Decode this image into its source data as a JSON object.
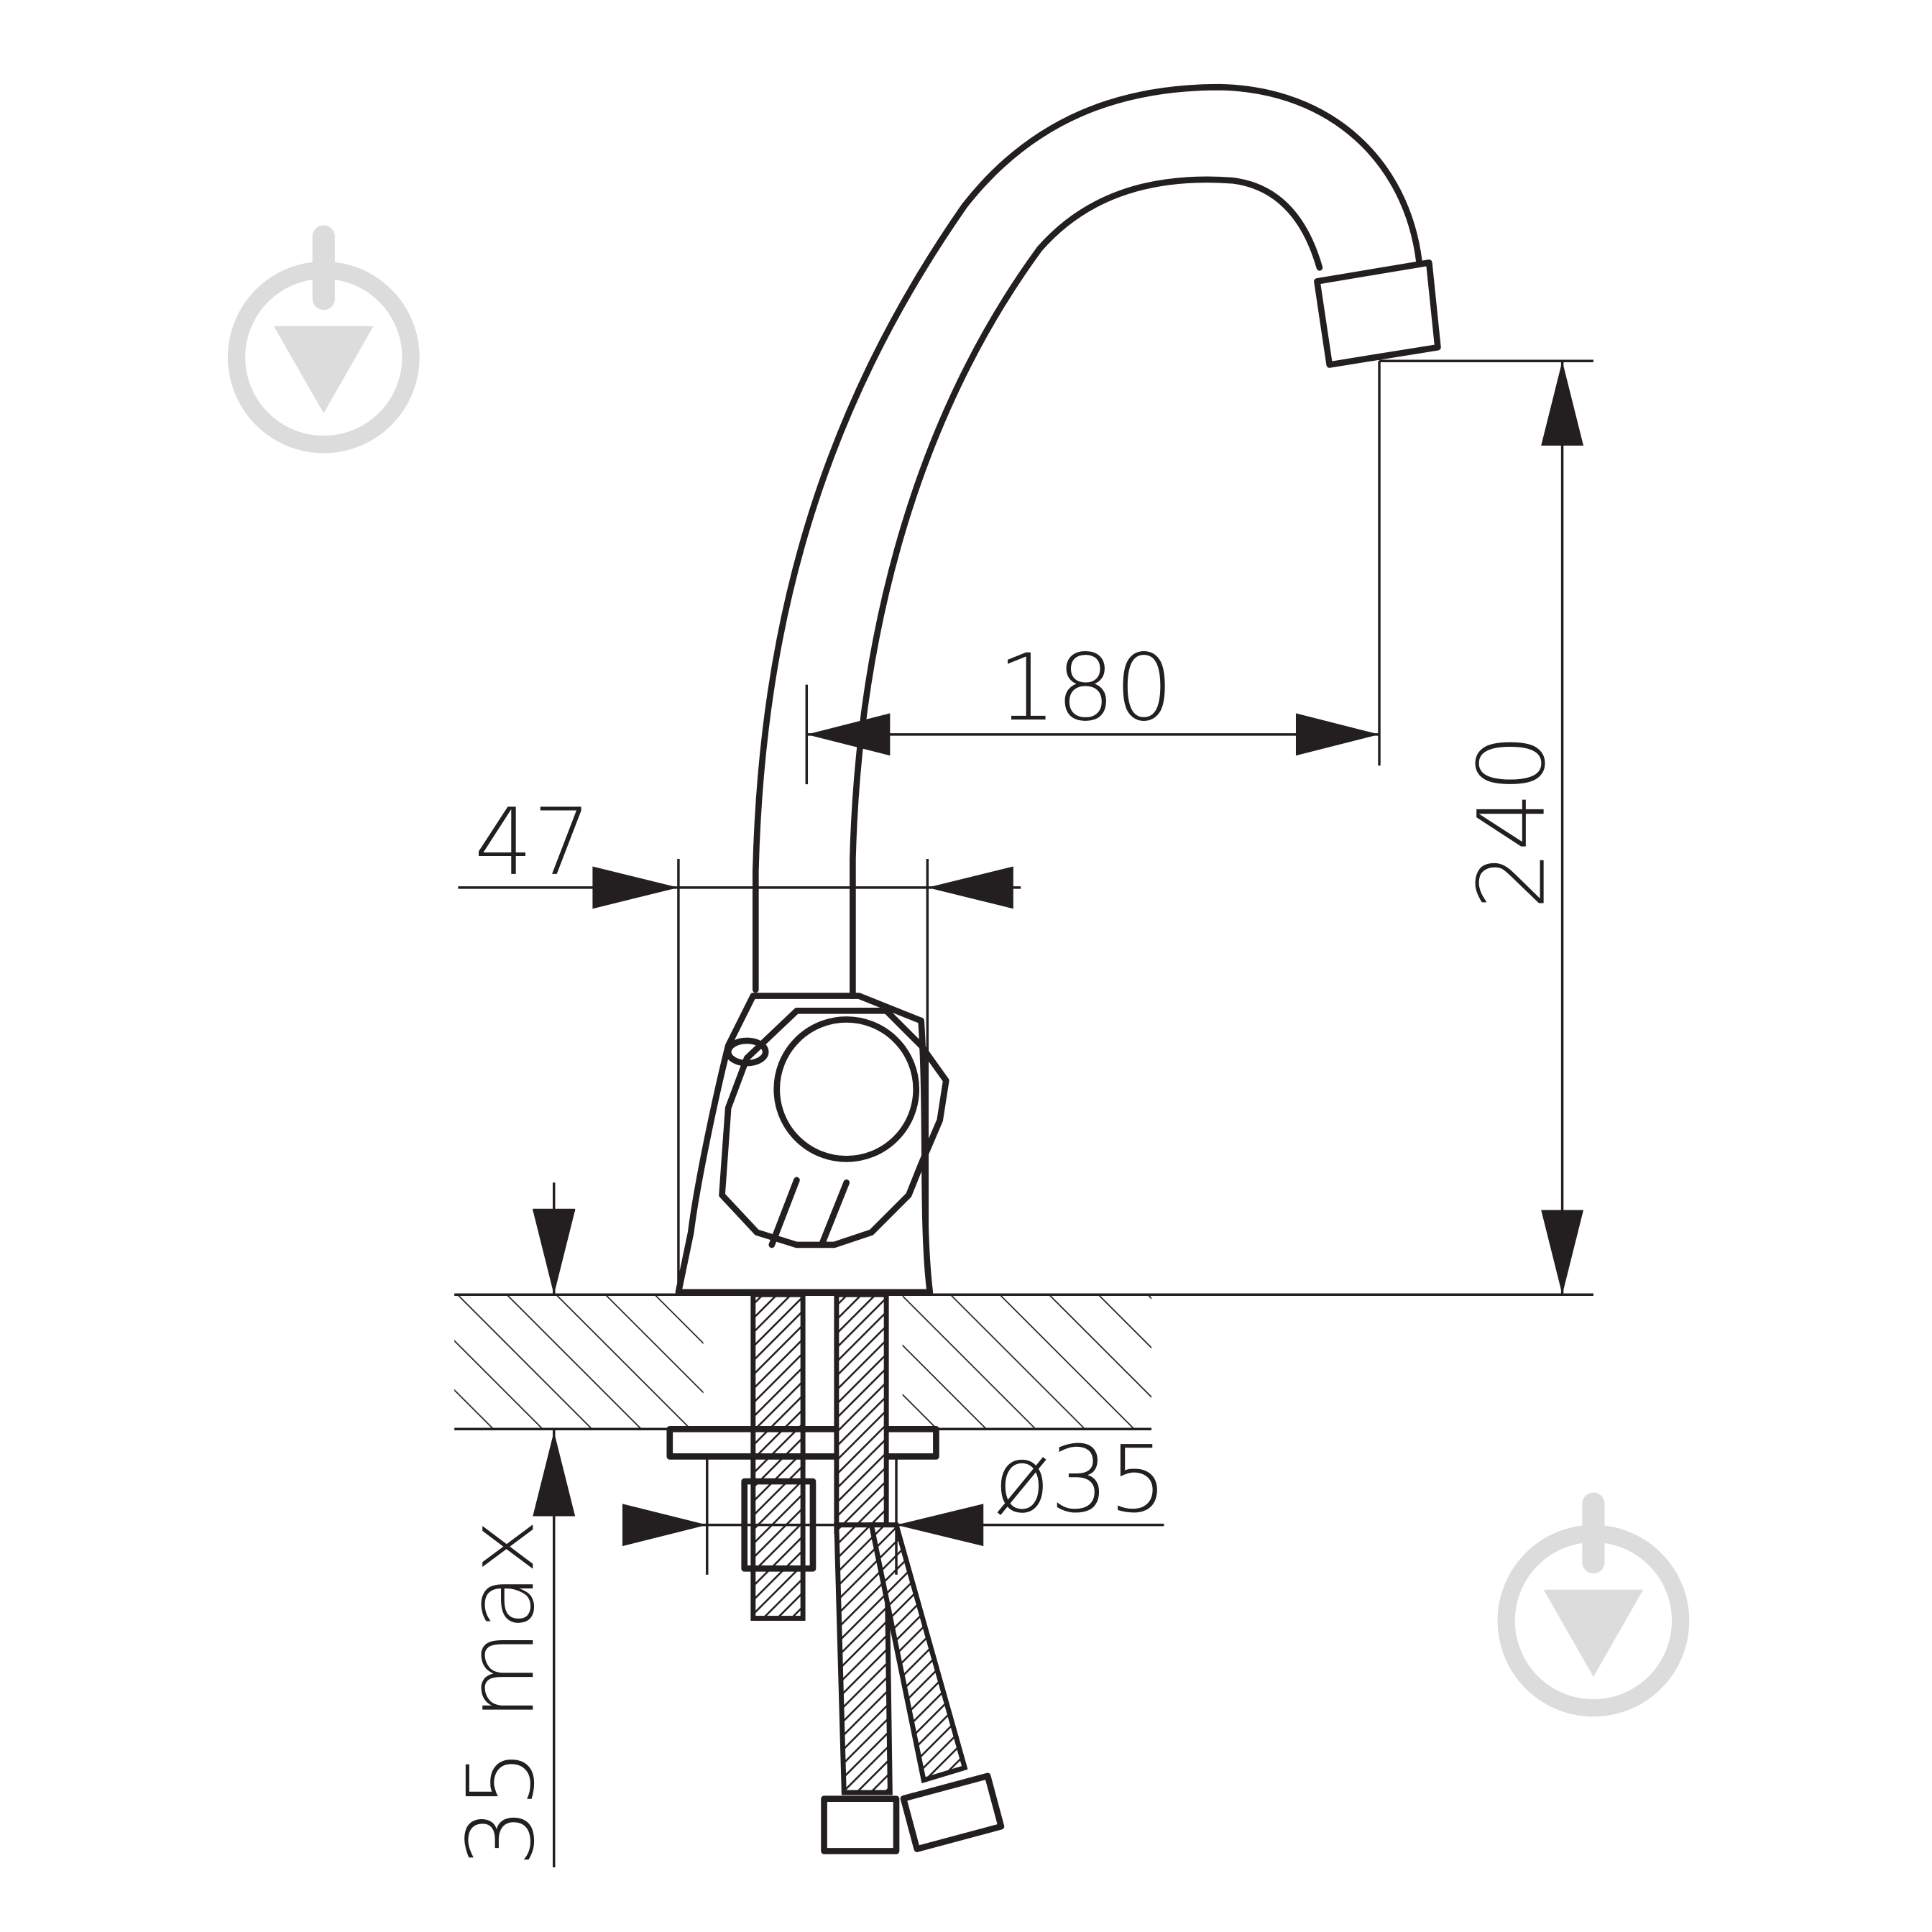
{
  "drawing": {
    "dimensions": {
      "spout_reach": "180",
      "spout_height": "240",
      "body_width": "47",
      "hole_diameter": "ø35",
      "counter_thickness": "35 max"
    },
    "line_color": "#231f20",
    "watermark_color": "#dcdcdc",
    "watermark_icon": "faucet-drop-logo"
  }
}
